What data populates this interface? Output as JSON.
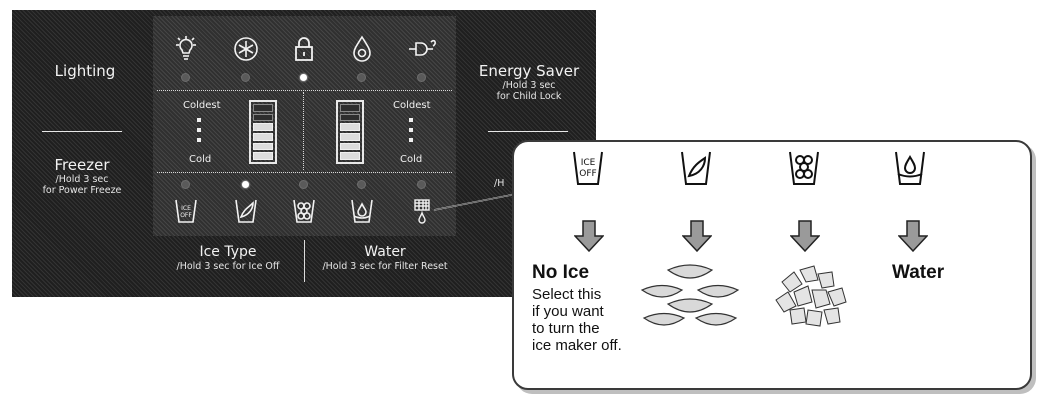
{
  "panel": {
    "left": {
      "lighting": "Lighting",
      "freezer": "Freezer",
      "freezer_hold": "/Hold 3 sec",
      "freezer_hold2": "for Power Freeze"
    },
    "right": {
      "energy": "Energy Saver",
      "energy_hold": "/Hold 3 sec",
      "energy_hold2": "for Child Lock",
      "hidden_partial": "/H"
    },
    "top_icons": [
      "lighting-bulb-icon",
      "freezer-snowflake-icon",
      "child-lock-icon",
      "fridge-drop-icon",
      "energy-plug-icon"
    ],
    "top_leds_on": [
      false,
      false,
      true,
      false,
      false
    ],
    "freezer_temp": {
      "top": "Coldest",
      "bottom": "Cold",
      "level": 3
    },
    "fridge_temp": {
      "top": "Coldest",
      "bottom": "Cold",
      "level": 3
    },
    "bottom_icons": [
      "ice-off-icon",
      "cubed-ice-icon",
      "crushed-ice-icon",
      "water-icon",
      "filter-icon"
    ],
    "bottom_leds_on": [
      false,
      true,
      false,
      false,
      false
    ],
    "ice_off_text": "ICE\nOFF",
    "ice_type": "Ice Type",
    "ice_type_hold": "/Hold 3 sec for Ice Off",
    "water": "Water",
    "water_hold": "/Hold 3 sec for Filter Reset"
  },
  "callout": {
    "icon_ice_off_text": "ICE\nOFF",
    "no_ice_title": "No Ice",
    "no_ice_desc_1": "Select this",
    "no_ice_desc_2": "if you want",
    "no_ice_desc_3": "to turn the",
    "no_ice_desc_4": "ice maker off.",
    "water_title": "Water"
  }
}
